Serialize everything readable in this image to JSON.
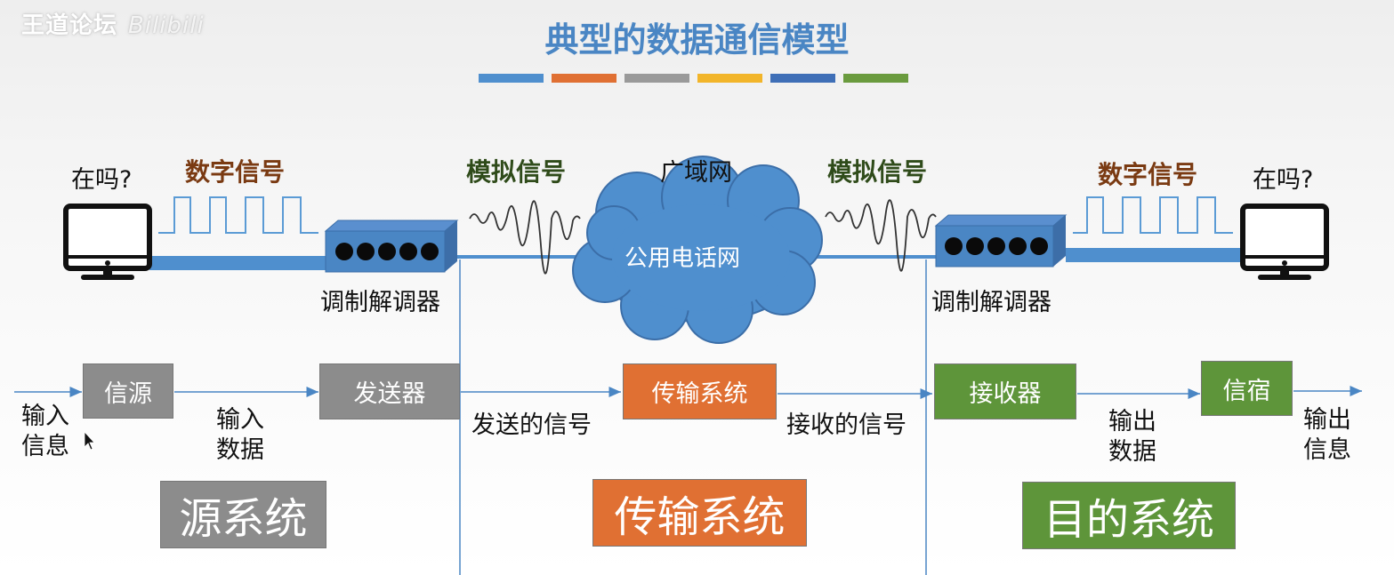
{
  "watermark": {
    "text1": "王道论坛",
    "text2": "Bilibili"
  },
  "title": "典型的数据通信模型",
  "colors": [
    "#4f8fce",
    "#e07033",
    "#9a9a9a",
    "#f2b52a",
    "#3f6fb7",
    "#6a9b3e"
  ],
  "left_terminal": {
    "question": "在吗?",
    "signal": "数字信号",
    "modem_label": "调制解调器"
  },
  "network": {
    "analog_left": "模拟信号",
    "wan": "广域网",
    "cloud_label": "公用电话网",
    "analog_right": "模拟信号"
  },
  "right_terminal": {
    "signal": "数字信号",
    "question": "在吗?",
    "modem_label": "调制解调器"
  },
  "flow": {
    "input_info": "输入\n信息",
    "source": "信源",
    "input_data": "输入\n数据",
    "transmitter": "发送器",
    "sent_signal": "发送的信号",
    "transmission": "传输系统",
    "received_signal": "接收的信号",
    "receiver": "接收器",
    "output_data": "输出\n数据",
    "destination": "信宿",
    "output_info": "输出\n信息"
  },
  "systems": {
    "source": "源系统",
    "transmission": "传输系统",
    "destination": "目的系统"
  }
}
